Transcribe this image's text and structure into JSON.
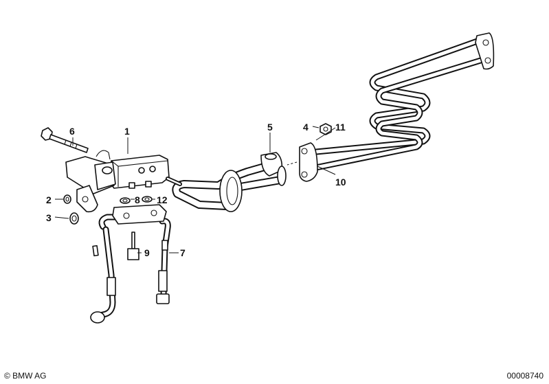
{
  "callouts": [
    {
      "id": "1",
      "label": "1"
    },
    {
      "id": "2",
      "label": "2"
    },
    {
      "id": "3",
      "label": "3"
    },
    {
      "id": "4",
      "label": "4"
    },
    {
      "id": "5",
      "label": "5"
    },
    {
      "id": "6",
      "label": "6"
    },
    {
      "id": "7",
      "label": "7"
    },
    {
      "id": "8",
      "label": "8"
    },
    {
      "id": "9",
      "label": "9"
    },
    {
      "id": "10",
      "label": "10"
    },
    {
      "id": "11",
      "label": "11"
    },
    {
      "id": "12",
      "label": "12"
    }
  ],
  "footer": {
    "copyright": "© BMW AG",
    "reference": "00008740"
  }
}
